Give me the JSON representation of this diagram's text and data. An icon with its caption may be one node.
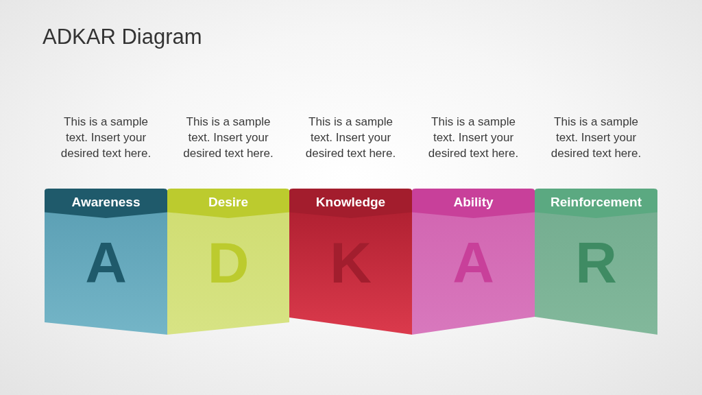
{
  "diagram": {
    "title": "ADKAR Diagram",
    "nodes": [
      {
        "text": [
          "Awareness",
          "A"
        ],
        "beside": [
          "This is a sample text. Insert your desired text here."
        ]
      },
      {
        "text": [
          "Desire",
          "D"
        ],
        "beside": [
          "This is a sample text. Insert your desired text here."
        ]
      },
      {
        "text": [
          "Knowledge",
          "K"
        ],
        "beside": [
          "This is a sample text. Insert your desired text here."
        ]
      },
      {
        "text": [
          "Ability",
          "A"
        ],
        "beside": [
          "This is a sample text. Insert your desired text here."
        ]
      },
      {
        "text": [
          "Reinforcement",
          "R"
        ],
        "beside": [
          "This is a sample text. Insert your desired text here."
        ]
      }
    ],
    "edges": []
  }
}
